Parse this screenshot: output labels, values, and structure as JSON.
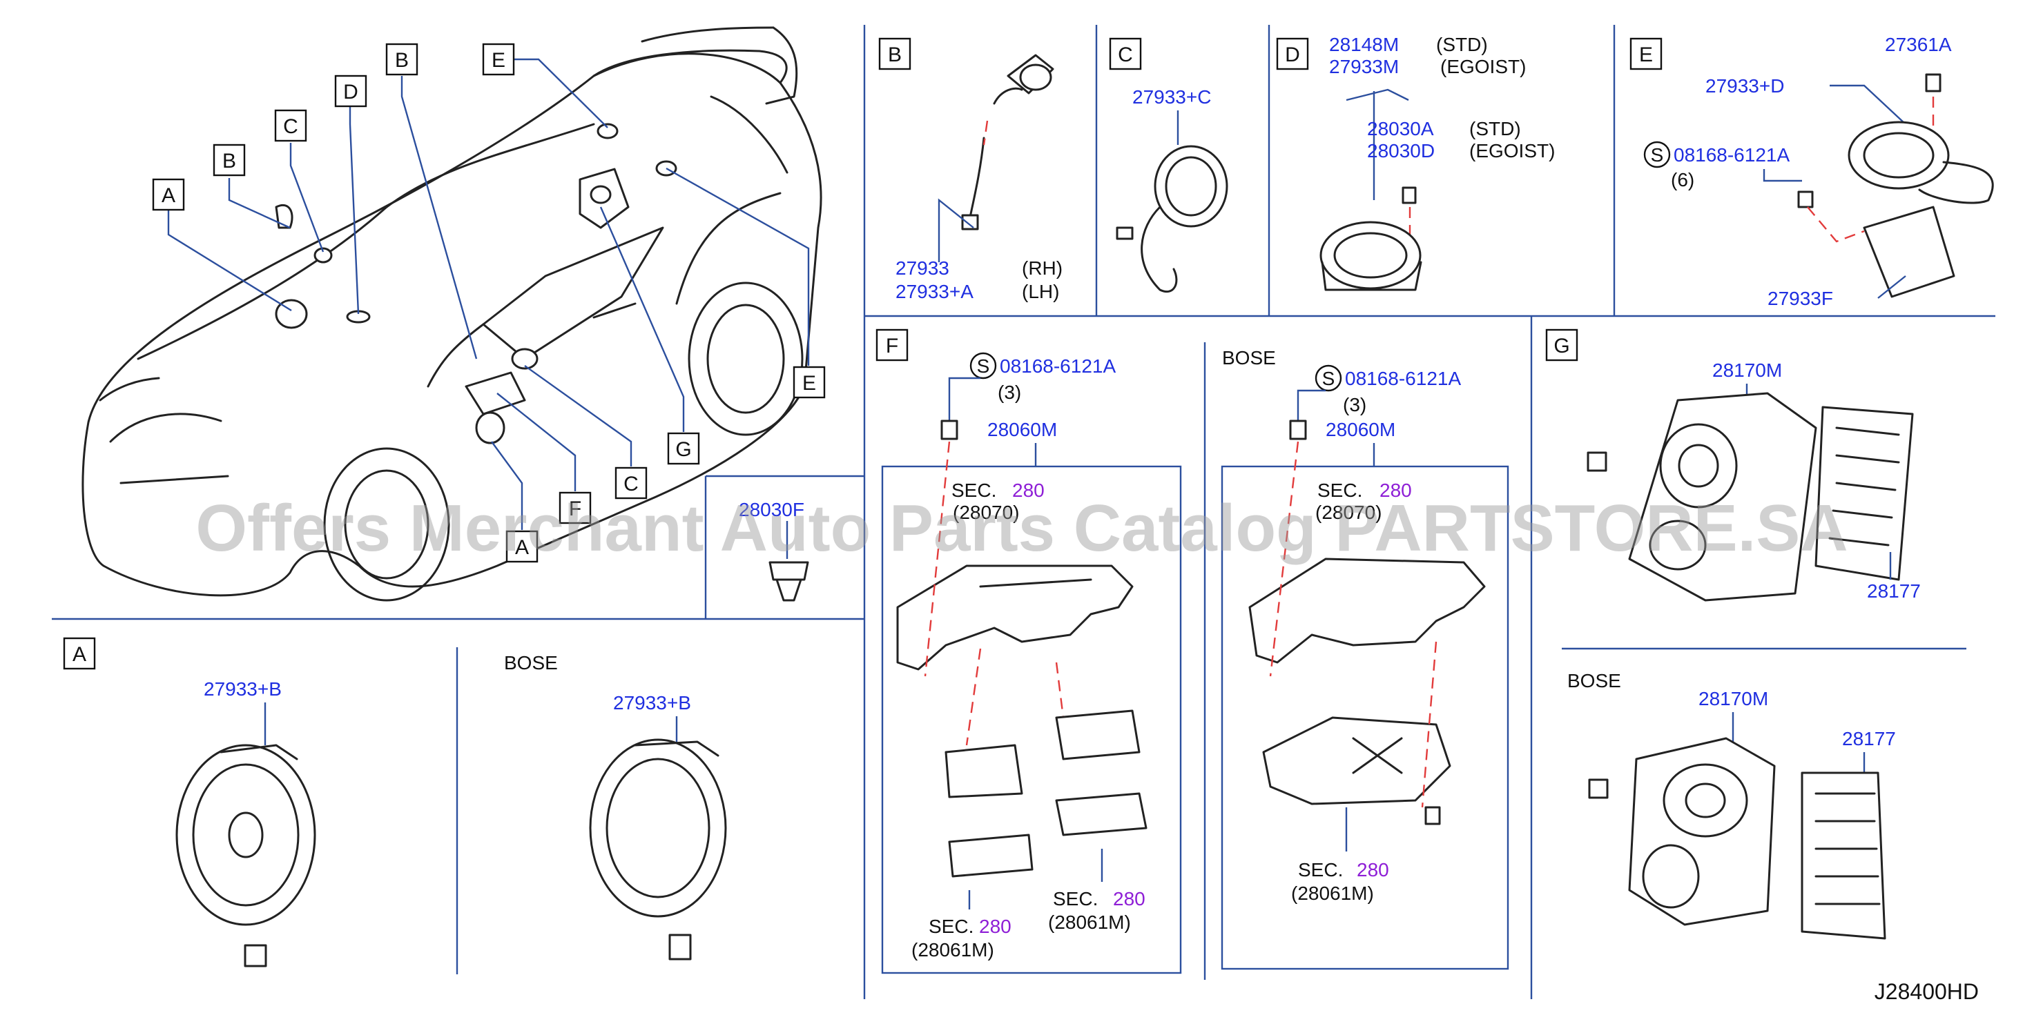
{
  "callouts": [
    "A",
    "B",
    "C",
    "D",
    "E",
    "F",
    "G"
  ],
  "overview_callouts": [
    "B",
    "E",
    "D",
    "C",
    "B",
    "A",
    "E",
    "G",
    "C",
    "F",
    "A"
  ],
  "bose": "BOSE",
  "parts": {
    "p27933": "27933",
    "p27933A": "27933+A",
    "rh": "(RH)",
    "lh": "(LH)",
    "p27933C": "27933+C",
    "p28148M": "28148M",
    "p27933M": "27933M",
    "std": "(STD)",
    "egoist": "(EGOIST)",
    "p28030A": "28030A",
    "p28030D": "28030D",
    "p27933D": "27933+D",
    "p27361A": "27361A",
    "s_mark": "S",
    "p08168": "08168-6121A",
    "q6": "(6)",
    "q3": "(3)",
    "p27933F": "27933F",
    "p28030F": "28030F",
    "p28060M": "28060M",
    "sec": "SEC.",
    "sec280": "280",
    "p28070": "(28070)",
    "p28061M": "(28061M)",
    "p28170M": "28170M",
    "p28177": "28177",
    "p27933B": "27933+B",
    "code": "J28400HD"
  },
  "watermark": "Offers Merchant Auto Parts Catalog PARTSTORE.SA"
}
